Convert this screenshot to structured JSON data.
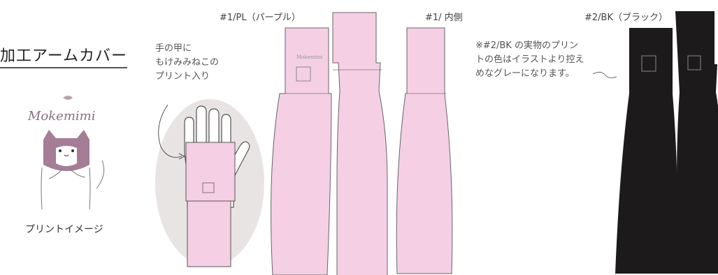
{
  "title": "加工アームカバー",
  "logo_text": "Mokemimi",
  "print_image_caption": "プリントイメージ",
  "hand_note": [
    "手の甲に",
    "もけみみねこの",
    "プリント入り"
  ],
  "label_pl": "#1/PL（パープル）",
  "label_inner": "#1/ 内側",
  "label_bk": "#2/BK（ブラック）",
  "bk_note": [
    "※#2/BK の実物のプリン",
    "トの色はイラストより控え",
    "めなグレーになります。"
  ],
  "colors": {
    "pink": "#f5cfe4",
    "black": "#1c1a1b",
    "hand_bg": "#e8e4e3",
    "cat": "#a57d95"
  }
}
